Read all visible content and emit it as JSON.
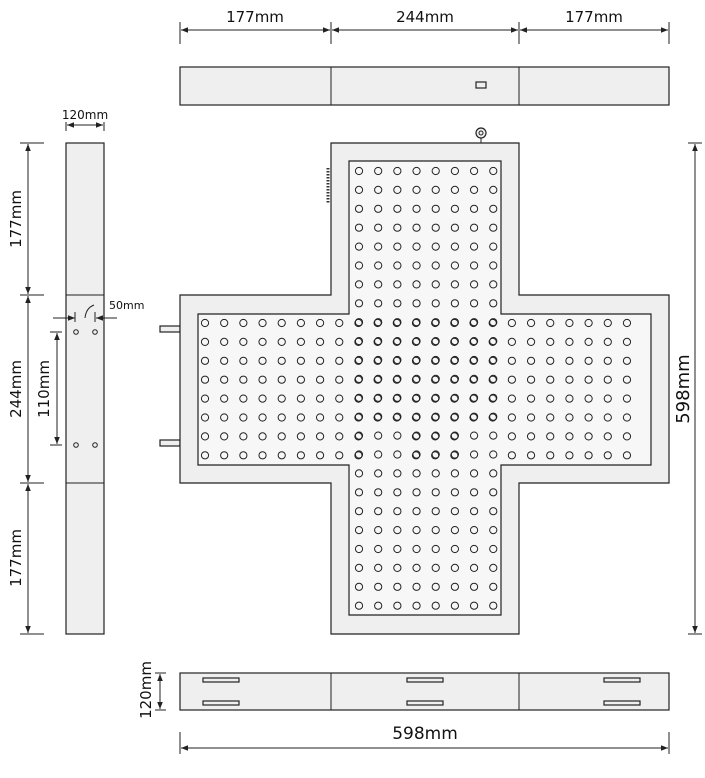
{
  "dimensions": {
    "top_left": "177mm",
    "top_middle": "244mm",
    "top_right": "177mm",
    "side_width": "120mm",
    "side_top": "177mm",
    "side_middle": "244mm",
    "side_bottom": "177mm",
    "hole_spacing_horizontal": "50mm",
    "hole_spacing_vertical": "110mm",
    "total_height": "598mm",
    "bottom_depth": "120mm",
    "total_width": "598mm"
  },
  "led_grid": {
    "vertical_arm": {
      "columns": 8,
      "rows": 24
    },
    "horizontal_arm": {
      "columns": 23,
      "rows": 8
    }
  },
  "colors": {
    "panel": "#efefef",
    "line": "#222222"
  }
}
